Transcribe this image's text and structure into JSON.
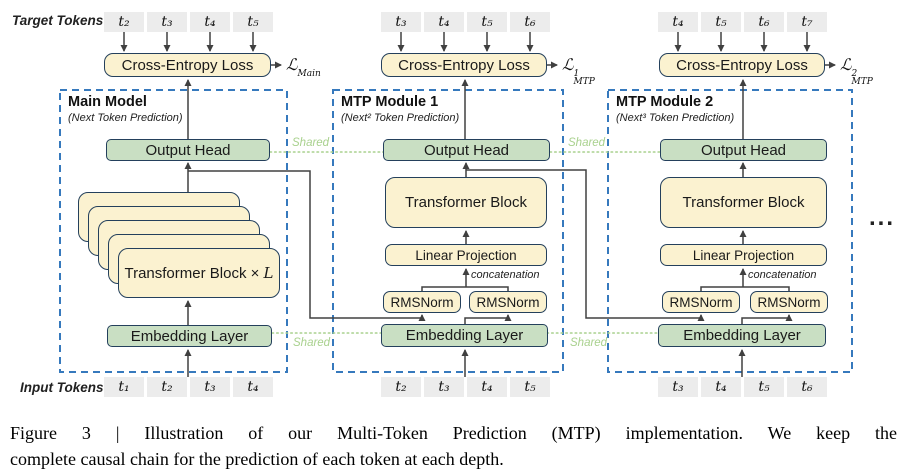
{
  "diagram": {
    "target_tokens_label": "Target Tokens",
    "input_tokens_label": "Input Tokens",
    "shared_label": "Shared",
    "ellipsis": "...",
    "colors": {
      "box_yellow": "#FBF2D0",
      "box_green": "#C9DFC3",
      "box_border": "#24405C",
      "token_bg": "#ECECEC",
      "module_border_blue": "#3679BD",
      "shared_green": "#A9D18E",
      "line": "#404040"
    },
    "modules": [
      {
        "title": "Main Model",
        "subtitle": "(Next Token Prediction)",
        "target_tokens": [
          "t₂",
          "t₃",
          "t₄",
          "t₅"
        ],
        "input_tokens": [
          "t₁",
          "t₂",
          "t₃",
          "t₄"
        ],
        "cross_entropy_label": "Cross-Entropy Loss",
        "loss": {
          "symbol": "ℒ",
          "sup": "",
          "sub": "Main"
        },
        "output_head_label": "Output Head",
        "transformer_label": "Transformer Block ×",
        "transformer_var": "L",
        "embedding_label": "Embedding Layer"
      },
      {
        "title": "MTP Module 1",
        "subtitle": "(Next² Token Prediction)",
        "target_tokens": [
          "t₃",
          "t₄",
          "t₅",
          "t₆"
        ],
        "input_tokens": [
          "t₂",
          "t₃",
          "t₄",
          "t₅"
        ],
        "cross_entropy_label": "Cross-Entropy Loss",
        "loss": {
          "symbol": "ℒ",
          "sup": "1",
          "sub": "MTP"
        },
        "output_head_label": "Output Head",
        "transformer_label": "Transformer Block",
        "linear_label": "Linear Projection",
        "concat_label": "concatenation",
        "rmsnorm_left": "RMSNorm",
        "rmsnorm_right": "RMSNorm",
        "embedding_label": "Embedding Layer"
      },
      {
        "title": "MTP Module 2",
        "subtitle": "(Next³ Token Prediction)",
        "target_tokens": [
          "t₄",
          "t₅",
          "t₆",
          "t₇"
        ],
        "input_tokens": [
          "t₃",
          "t₄",
          "t₅",
          "t₆"
        ],
        "cross_entropy_label": "Cross-Entropy Loss",
        "loss": {
          "symbol": "ℒ",
          "sup": "2",
          "sub": "MTP"
        },
        "output_head_label": "Output Head",
        "transformer_label": "Transformer Block",
        "linear_label": "Linear Projection",
        "concat_label": "concatenation",
        "rmsnorm_left": "RMSNorm",
        "rmsnorm_right": "RMSNorm",
        "embedding_label": "Embedding Layer"
      }
    ]
  },
  "caption": {
    "line1": "Figure 3 | Illustration of our Multi-Token Prediction (MTP) implementation.  We keep the",
    "line2": "complete causal chain for the prediction of each token at each depth."
  }
}
